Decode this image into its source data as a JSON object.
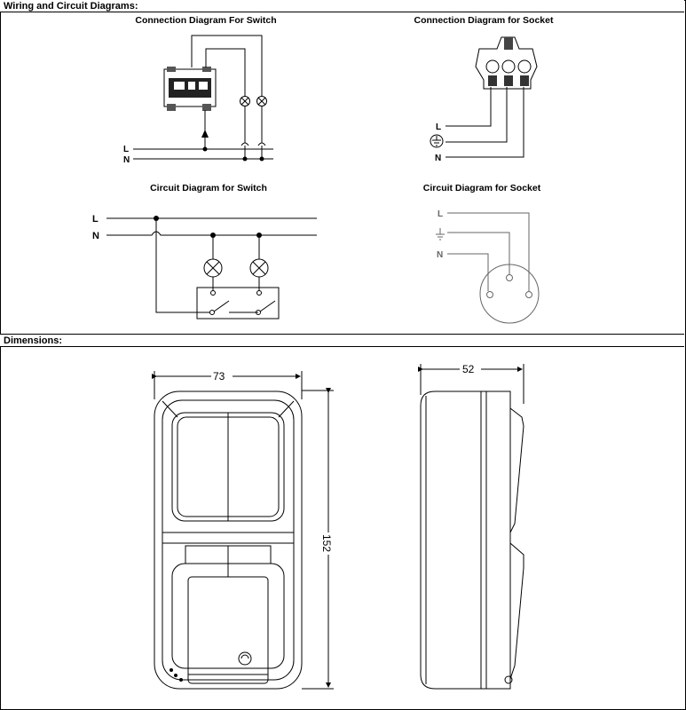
{
  "sections": {
    "wiring": {
      "title": "Wiring and Circuit Diagrams:"
    },
    "dimensions": {
      "title": "Dimensions:"
    }
  },
  "diagrams": {
    "switch_connection": {
      "title": "Connection Diagram For Switch",
      "labels": {
        "l": "L",
        "n": "N"
      }
    },
    "socket_connection": {
      "title": "Connection Diagram for Socket",
      "labels": {
        "l": "L",
        "n": "N"
      }
    },
    "switch_circuit": {
      "title": "Circuit Diagram for Switch",
      "labels": {
        "l": "L",
        "n": "N"
      }
    },
    "socket_circuit": {
      "title": "Circuit Diagram for Socket",
      "labels": {
        "l": "L",
        "n": "N"
      }
    }
  },
  "dimensions": {
    "width": "73",
    "height": "152",
    "depth": "52"
  }
}
